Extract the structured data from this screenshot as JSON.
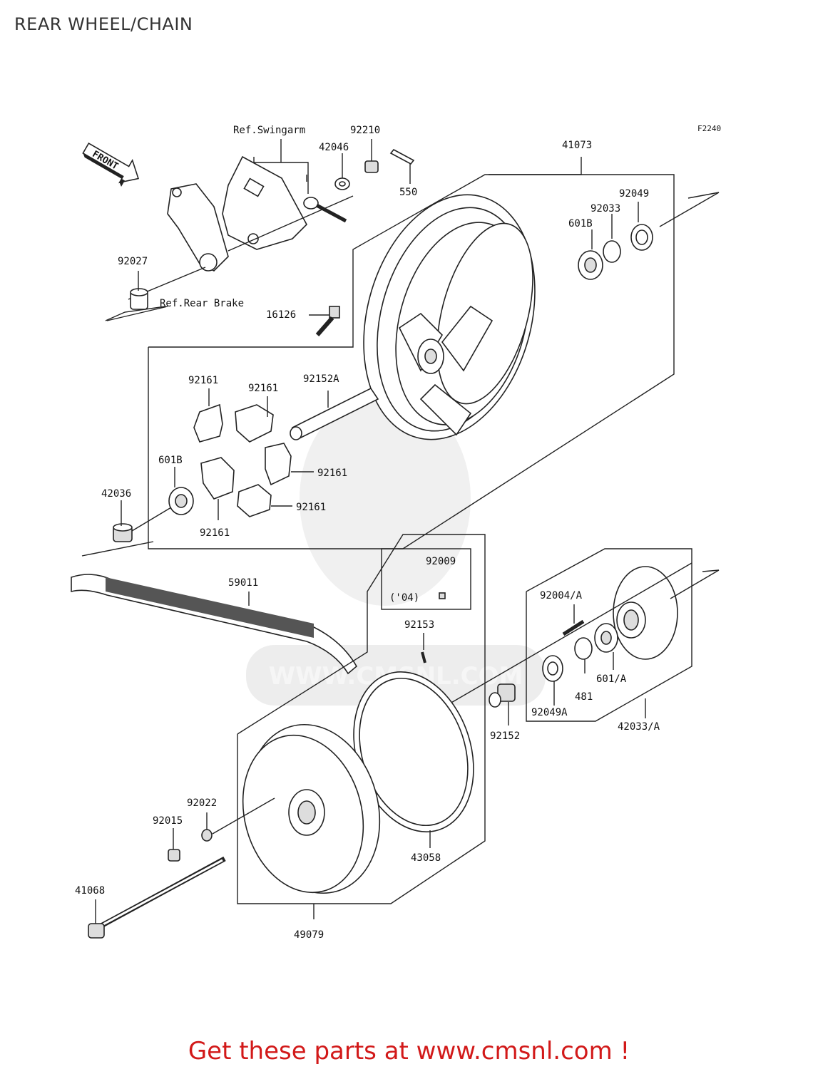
{
  "page": {
    "title": "REAR WHEEL/CHAIN",
    "footer": "Get these parts at www.cmsnl.com !"
  },
  "diagram": {
    "code": "F2240",
    "front_label": "FRONT",
    "watermark": "WWW.CMSNL.COM",
    "reference_labels": {
      "swingarm": "Ref.Swingarm",
      "rear_brake": "Ref.Rear Brake"
    },
    "note_04": "('04)",
    "parts": {
      "p92210": "92210",
      "p42046": "42046",
      "p550": "550",
      "p41073": "41073",
      "p92049": "92049",
      "p92033": "92033",
      "p601B_top": "601B",
      "p92027": "92027",
      "p16126": "16126",
      "p92161_a": "92161",
      "p92161_b": "92161",
      "p92152A": "92152A",
      "p601B_left": "601B",
      "p42036": "42036",
      "p92161_c": "92161",
      "p92161_d": "92161",
      "p92161_e": "92161",
      "p59011": "59011",
      "p92009": "92009",
      "p92004A": "92004/A",
      "p92153": "92153",
      "p601A": "601/A",
      "p481": "481",
      "p92049A": "92049A",
      "p92152": "92152",
      "p42033A": "42033/A",
      "p92022": "92022",
      "p92015": "92015",
      "p43058": "43058",
      "p41068": "41068",
      "p49079": "49079"
    }
  }
}
